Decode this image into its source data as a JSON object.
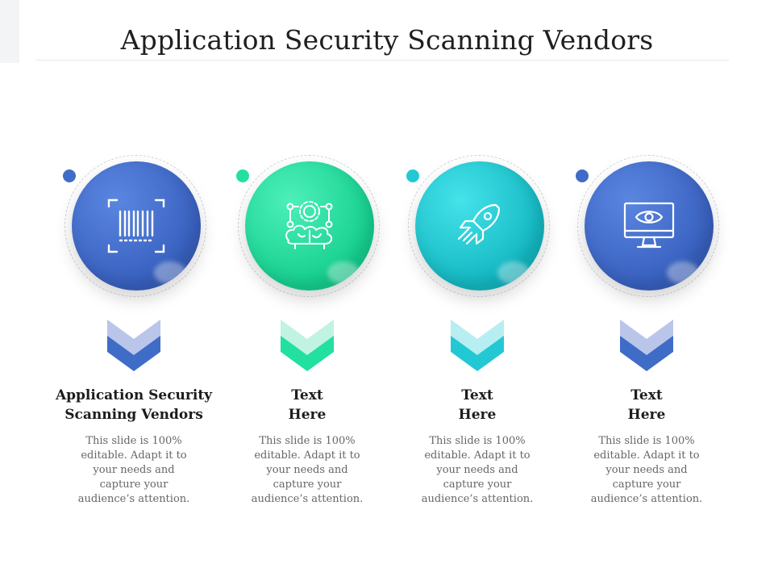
{
  "slide": {
    "title": "Application Security Scanning Vendors"
  },
  "colors": {
    "blue": "#3f6cc6",
    "green": "#22e0a0",
    "cyan": "#22c9d4",
    "blue_light": "#b9c6ea",
    "green_light": "#c1f3e2",
    "cyan_light": "#b7eef2"
  },
  "items": [
    {
      "icon": "barcode-icon",
      "label_line1": "Application Security",
      "label_line2": "Scanning Vendors",
      "desc_line1": "This slide is 100%",
      "desc_line2": "editable. Adapt it to",
      "desc_line3": "your needs and",
      "desc_line4": "capture your",
      "desc_line5": "audience’s attention."
    },
    {
      "icon": "brain-gear-icon",
      "label_line1": "Text",
      "label_line2": "Here",
      "desc_line1": "This slide is 100%",
      "desc_line2": "editable. Adapt it to",
      "desc_line3": "your needs and",
      "desc_line4": "capture your",
      "desc_line5": "audience’s attention."
    },
    {
      "icon": "rocket-icon",
      "label_line1": "Text",
      "label_line2": "Here",
      "desc_line1": "This slide is 100%",
      "desc_line2": "editable. Adapt it to",
      "desc_line3": "your needs and",
      "desc_line4": "capture your",
      "desc_line5": "audience’s attention."
    },
    {
      "icon": "monitor-eye-icon",
      "label_line1": "Text",
      "label_line2": "Here",
      "desc_line1": "This slide is 100%",
      "desc_line2": "editable. Adapt it to",
      "desc_line3": "your needs and",
      "desc_line4": "capture your",
      "desc_line5": "audience’s attention."
    }
  ]
}
